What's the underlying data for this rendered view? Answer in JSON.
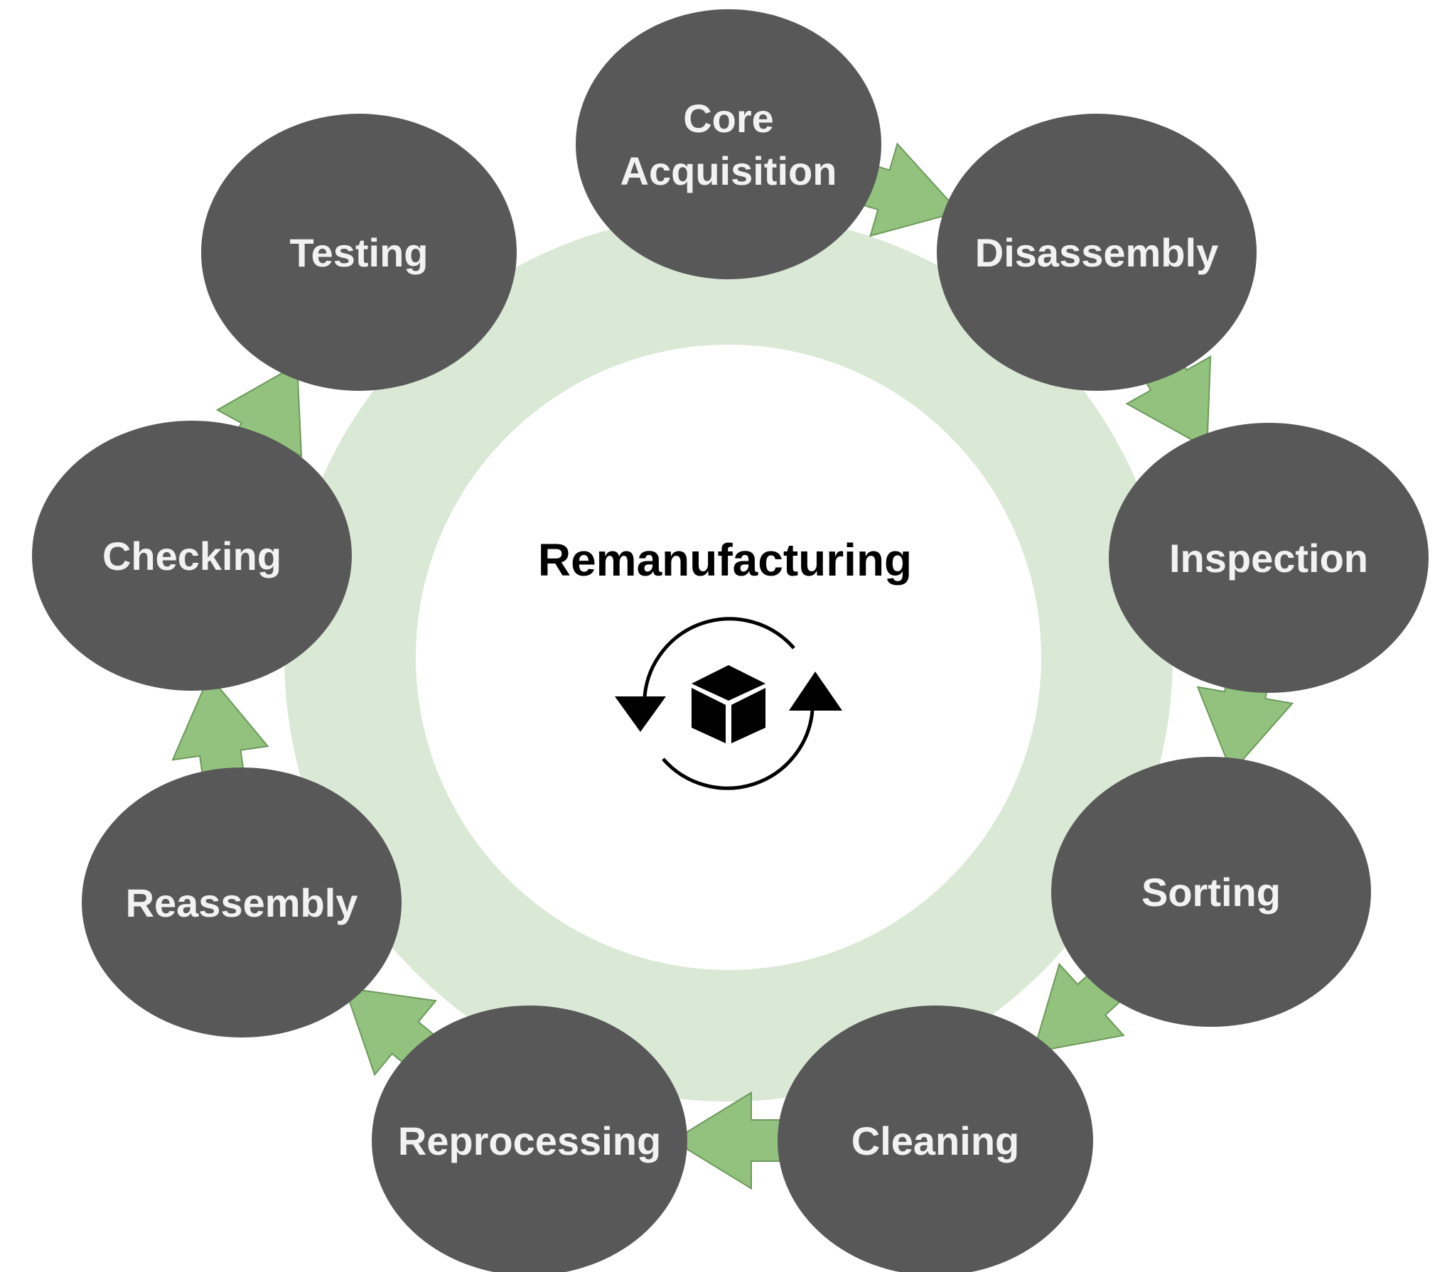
{
  "diagram": {
    "title": "Remanufacturing",
    "center_icon": "recycle-box-icon",
    "colors": {
      "stage_fill": "#585858",
      "stage_text": "#f2f2f2",
      "arrow_fill": "#92c27e",
      "ring_fill": "#dae9d5",
      "center_fill": "#ffffff",
      "title_text": "#000000"
    },
    "stages": [
      {
        "id": "core-acquisition",
        "lines": [
          "Core",
          "Acquisition"
        ]
      },
      {
        "id": "disassembly",
        "lines": [
          "Disassembly"
        ]
      },
      {
        "id": "inspection",
        "lines": [
          "Inspection"
        ]
      },
      {
        "id": "sorting",
        "lines": [
          "Sorting"
        ]
      },
      {
        "id": "cleaning",
        "lines": [
          "Cleaning"
        ]
      },
      {
        "id": "reprocessing",
        "lines": [
          "Reprocessing"
        ]
      },
      {
        "id": "reassembly",
        "lines": [
          "Reassembly"
        ]
      },
      {
        "id": "checking",
        "lines": [
          "Checking"
        ]
      },
      {
        "id": "testing",
        "lines": [
          "Testing"
        ]
      }
    ],
    "flow": [
      [
        "core-acquisition",
        "disassembly"
      ],
      [
        "disassembly",
        "inspection"
      ],
      [
        "inspection",
        "sorting"
      ],
      [
        "sorting",
        "cleaning"
      ],
      [
        "cleaning",
        "reprocessing"
      ],
      [
        "reprocessing",
        "reassembly"
      ],
      [
        "reassembly",
        "checking"
      ],
      [
        "checking",
        "testing"
      ]
    ]
  }
}
